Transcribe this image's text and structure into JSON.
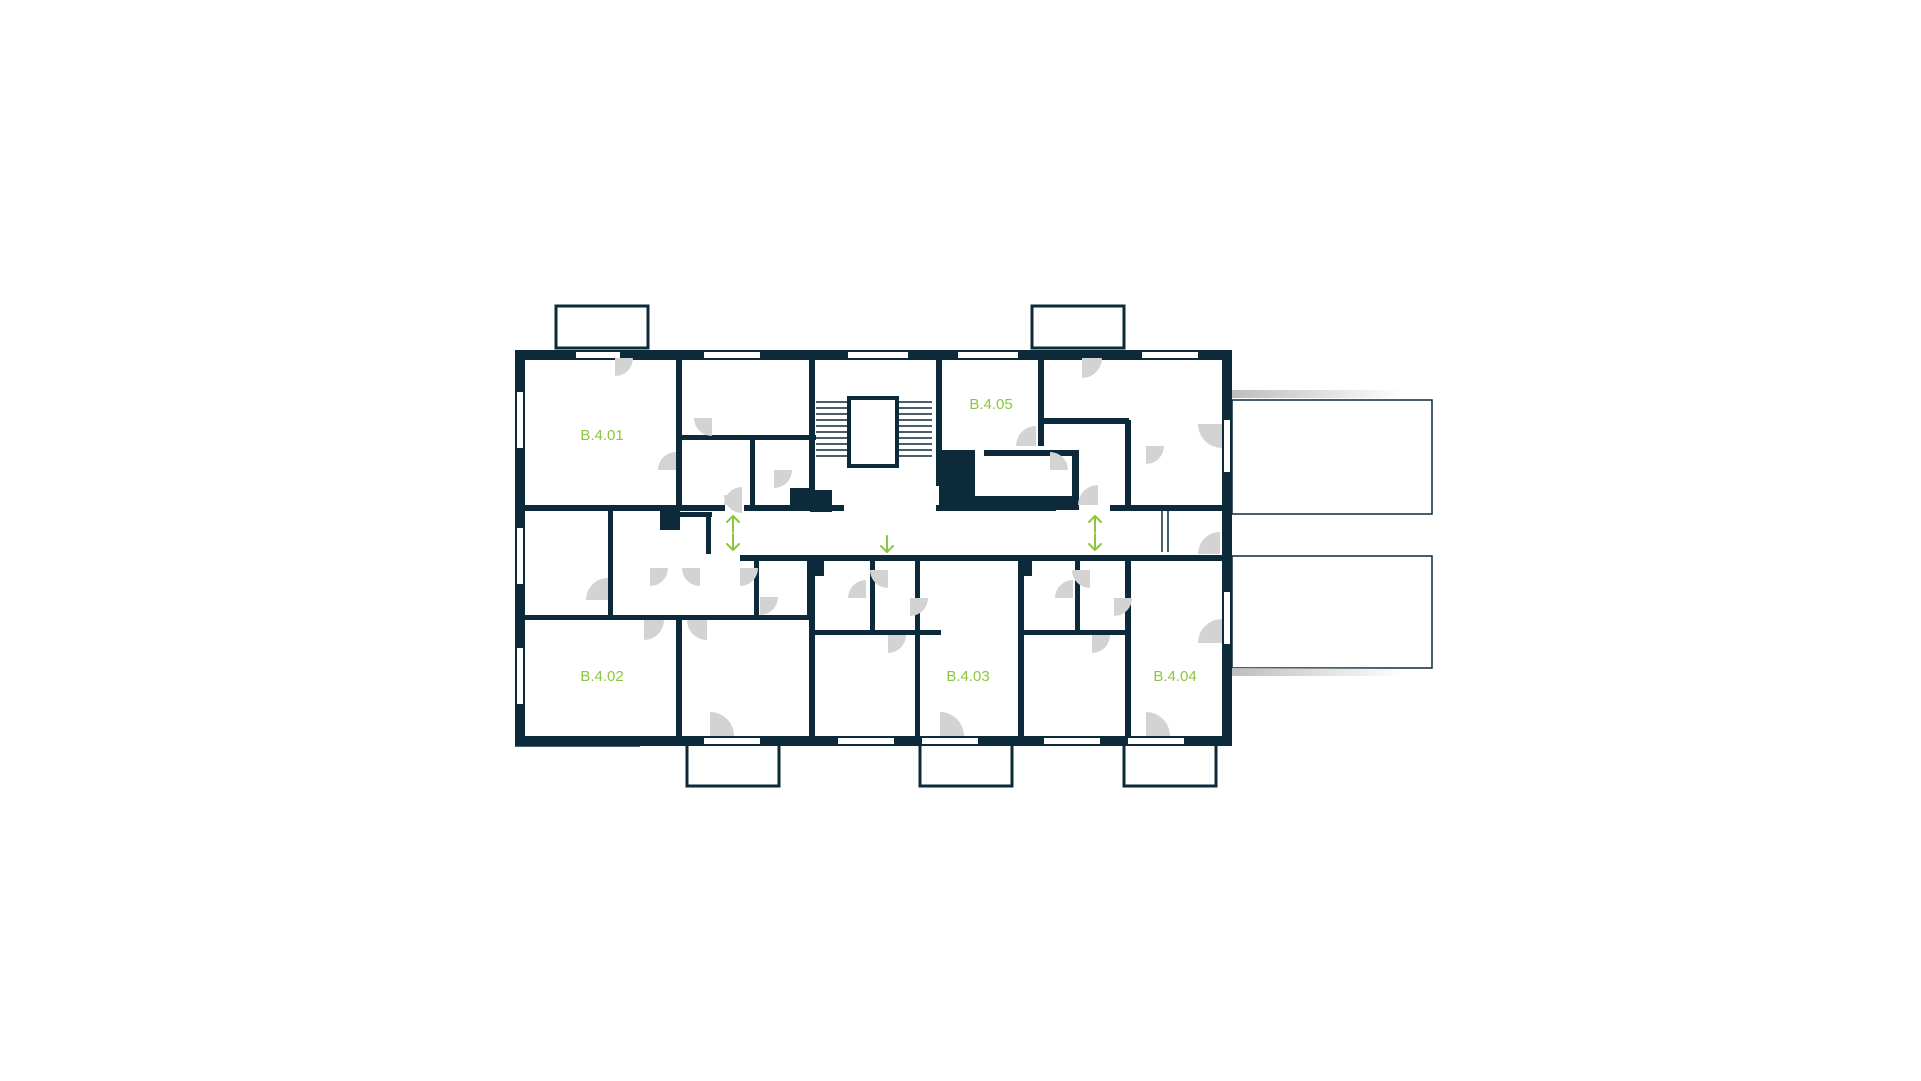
{
  "floor_plan": {
    "colors": {
      "wall": "#0d2a3a",
      "unit_label": "#8cc63f",
      "door_swing": "#d3d3d3",
      "background": "#ffffff"
    },
    "units": [
      {
        "id": "B.4.01",
        "label": "B.4.01"
      },
      {
        "id": "B.4.02",
        "label": "B.4.02"
      },
      {
        "id": "B.4.03",
        "label": "B.4.03"
      },
      {
        "id": "B.4.04",
        "label": "B.4.04"
      },
      {
        "id": "B.4.05",
        "label": "B.4.05"
      }
    ],
    "entrance_markers": [
      {
        "icon": "double-arrow-icon"
      },
      {
        "icon": "arrow-down-icon"
      },
      {
        "icon": "double-arrow-icon"
      }
    ]
  }
}
